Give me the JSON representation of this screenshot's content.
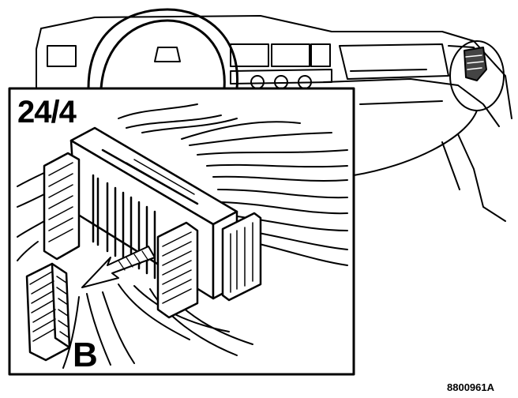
{
  "figure": {
    "inset_label": "24/4",
    "part_label": "B",
    "figure_code": "8800961A"
  }
}
